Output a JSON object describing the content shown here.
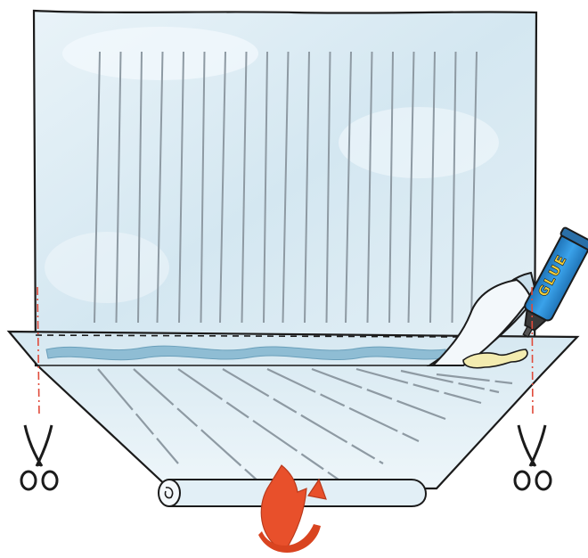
{
  "illustration": {
    "glue_tube": {
      "label": "GLUE",
      "tube_color": "#2c8fd8",
      "cap_color": "#3a3a3a",
      "label_color": "#f2cf3a"
    },
    "colors": {
      "wallpaper_fill": "#dcebf3",
      "wallpaper_highlight": "#eef6fa",
      "stripe": "#8e9aa3",
      "glue_band": "#8fbdd4",
      "cut_line": "#e04a3a",
      "arrow": "#e8502b",
      "outline": "#1b1b1b",
      "glue_blob": "#f3ecb0"
    },
    "icons": [
      "scissors-icon-left",
      "scissors-icon-right",
      "rotate-arrow-icon",
      "glue-tube-icon"
    ]
  }
}
